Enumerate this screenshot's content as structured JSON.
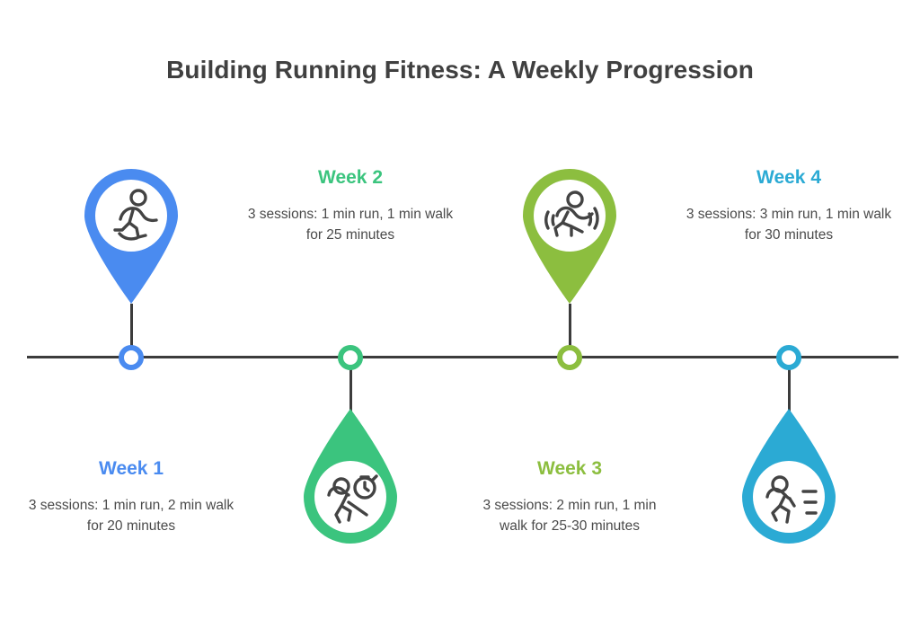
{
  "title": "Building Running Fitness: A Weekly Progression",
  "theme": {
    "background": "#ffffff",
    "title_color": "#404040",
    "axis_color": "#3c3c3c",
    "body_text_color": "#4a4a4a",
    "icon_stroke": "#434343"
  },
  "timeline": {
    "axis_label": "weekly-progression-timeline",
    "milestones": [
      {
        "id": "week-1",
        "label": "Week 1",
        "description": "3 sessions: 1 min run, 2 min walk for 20 minutes",
        "color": "#4a8bf0",
        "icon": "walking-person-icon",
        "pin_direction": "down",
        "text_position": "below"
      },
      {
        "id": "week-2",
        "label": "Week 2",
        "description": "3 sessions: 1 min run, 1 min walk for 25 minutes",
        "color": "#3bc47e",
        "icon": "runner-with-stopwatch-icon",
        "pin_direction": "up",
        "text_position": "above"
      },
      {
        "id": "week-3",
        "label": "Week 3",
        "description": "3 sessions: 2 min run, 1 min walk for 25-30 minutes",
        "color": "#8cbe3f",
        "icon": "runner-with-motion-arcs-icon",
        "pin_direction": "down",
        "text_position": "below"
      },
      {
        "id": "week-4",
        "label": "Week 4",
        "description": "3 sessions: 3 min run, 1 min walk for 30 minutes",
        "color": "#2baad4",
        "icon": "runner-with-speed-lines-icon",
        "pin_direction": "up",
        "text_position": "above"
      }
    ]
  }
}
